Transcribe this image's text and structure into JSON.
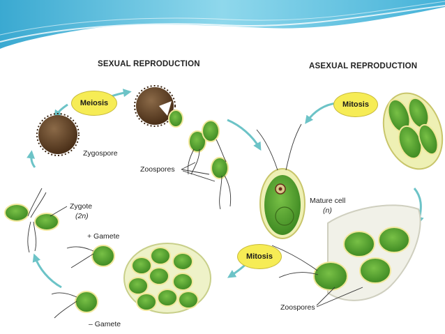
{
  "headings": {
    "sexual": "SEXUAL REPRODUCTION",
    "asexual": "ASEXUAL REPRODUCTION"
  },
  "bubbles": {
    "meiosis": "Meiosis",
    "mitosis_top": "Mitosis",
    "mitosis_bottom": "Mitosis"
  },
  "labels": {
    "zygospore": "Zygospore",
    "zoospores_left": "Zoospores",
    "zygote": "Zygote",
    "zygote_ploidy": "(2n)",
    "plus_gamete": "+ Gamete",
    "minus_gamete": "– Gamete",
    "mature_cell": "Mature cell",
    "mature_ploidy": "(n)",
    "zoospores_right": "Zoospores"
  },
  "colors": {
    "header_wave": "#5fc4de",
    "cell_fill": "#5aa22f",
    "cell_wall": "#f0e79a",
    "bubble": "#f6ec55",
    "arrow": "#6cc3c7",
    "spore": "#6b4a2b"
  }
}
